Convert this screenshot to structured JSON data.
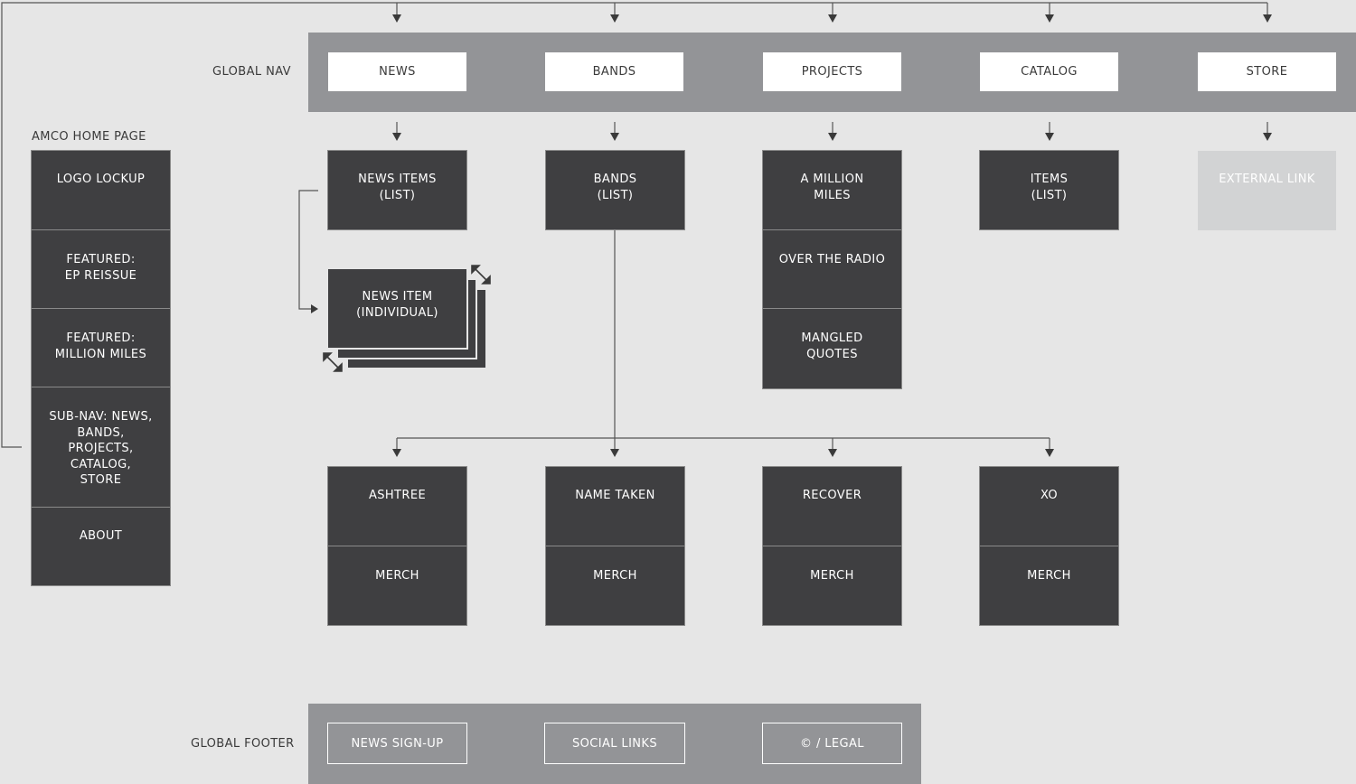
{
  "labels": {
    "global_nav": "GLOBAL NAV",
    "home_page": "AMCO HOME PAGE",
    "global_footer": "GLOBAL FOOTER"
  },
  "global_nav": [
    "NEWS",
    "BANDS",
    "PROJECTS",
    "CATALOG",
    "STORE"
  ],
  "home_page_sections": [
    "LOGO LOCKUP",
    "FEATURED:\nEP REISSUE",
    "FEATURED:\nMILLION MILES",
    "SUB-NAV: NEWS,\nBANDS,\nPROJECTS,\nCATALOG,\nSTORE",
    "ABOUT"
  ],
  "news": {
    "list": "NEWS ITEMS\n(LIST)",
    "individual": "NEWS ITEM\n(INDIVIDUAL)"
  },
  "bands": {
    "list": "BANDS\n(LIST)",
    "pages": [
      {
        "name": "ASHTREE",
        "sub": "MERCH"
      },
      {
        "name": "NAME TAKEN",
        "sub": "MERCH"
      },
      {
        "name": "RECOVER",
        "sub": "MERCH"
      },
      {
        "name": "XO",
        "sub": "MERCH"
      }
    ]
  },
  "projects": [
    "A MILLION\nMILES",
    "OVER THE RADIO",
    "MANGLED\nQUOTES"
  ],
  "catalog": {
    "list": "ITEMS\n(LIST)"
  },
  "store": {
    "external": "EXTERNAL LINK"
  },
  "footer": [
    "NEWS SIGN-UP",
    "SOCIAL LINKS",
    "© / LEGAL"
  ],
  "colors": {
    "background": "#e6e6e6",
    "band": "#939497",
    "box": "#3f3f41",
    "external": "#d2d3d4",
    "line": "#555555"
  }
}
